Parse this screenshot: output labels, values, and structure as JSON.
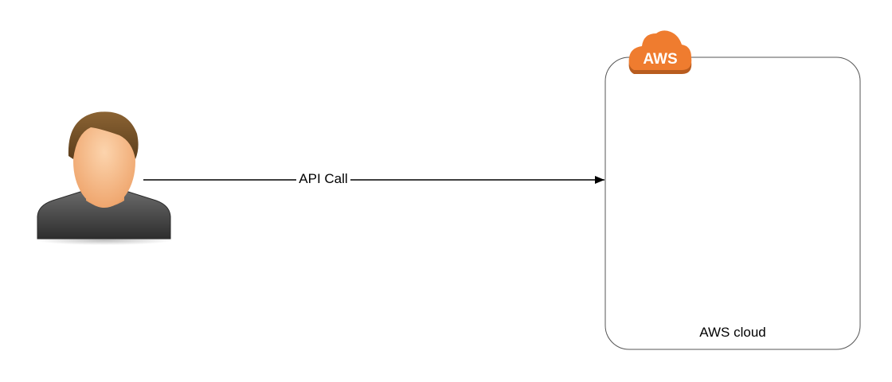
{
  "diagram": {
    "edge_label": "API Call",
    "cloud_label": "AWS cloud",
    "aws_badge_text": "AWS",
    "user_icon": "user-avatar-icon",
    "aws_icon": "aws-cloud-icon"
  },
  "colors": {
    "aws_orange": "#ef7c2f",
    "aws_orange_dark": "#b85c1f",
    "line": "#000000",
    "container_border": "#555555",
    "hair": "#7a5528",
    "skin": "#f6b98a",
    "shirt": "#444444"
  }
}
